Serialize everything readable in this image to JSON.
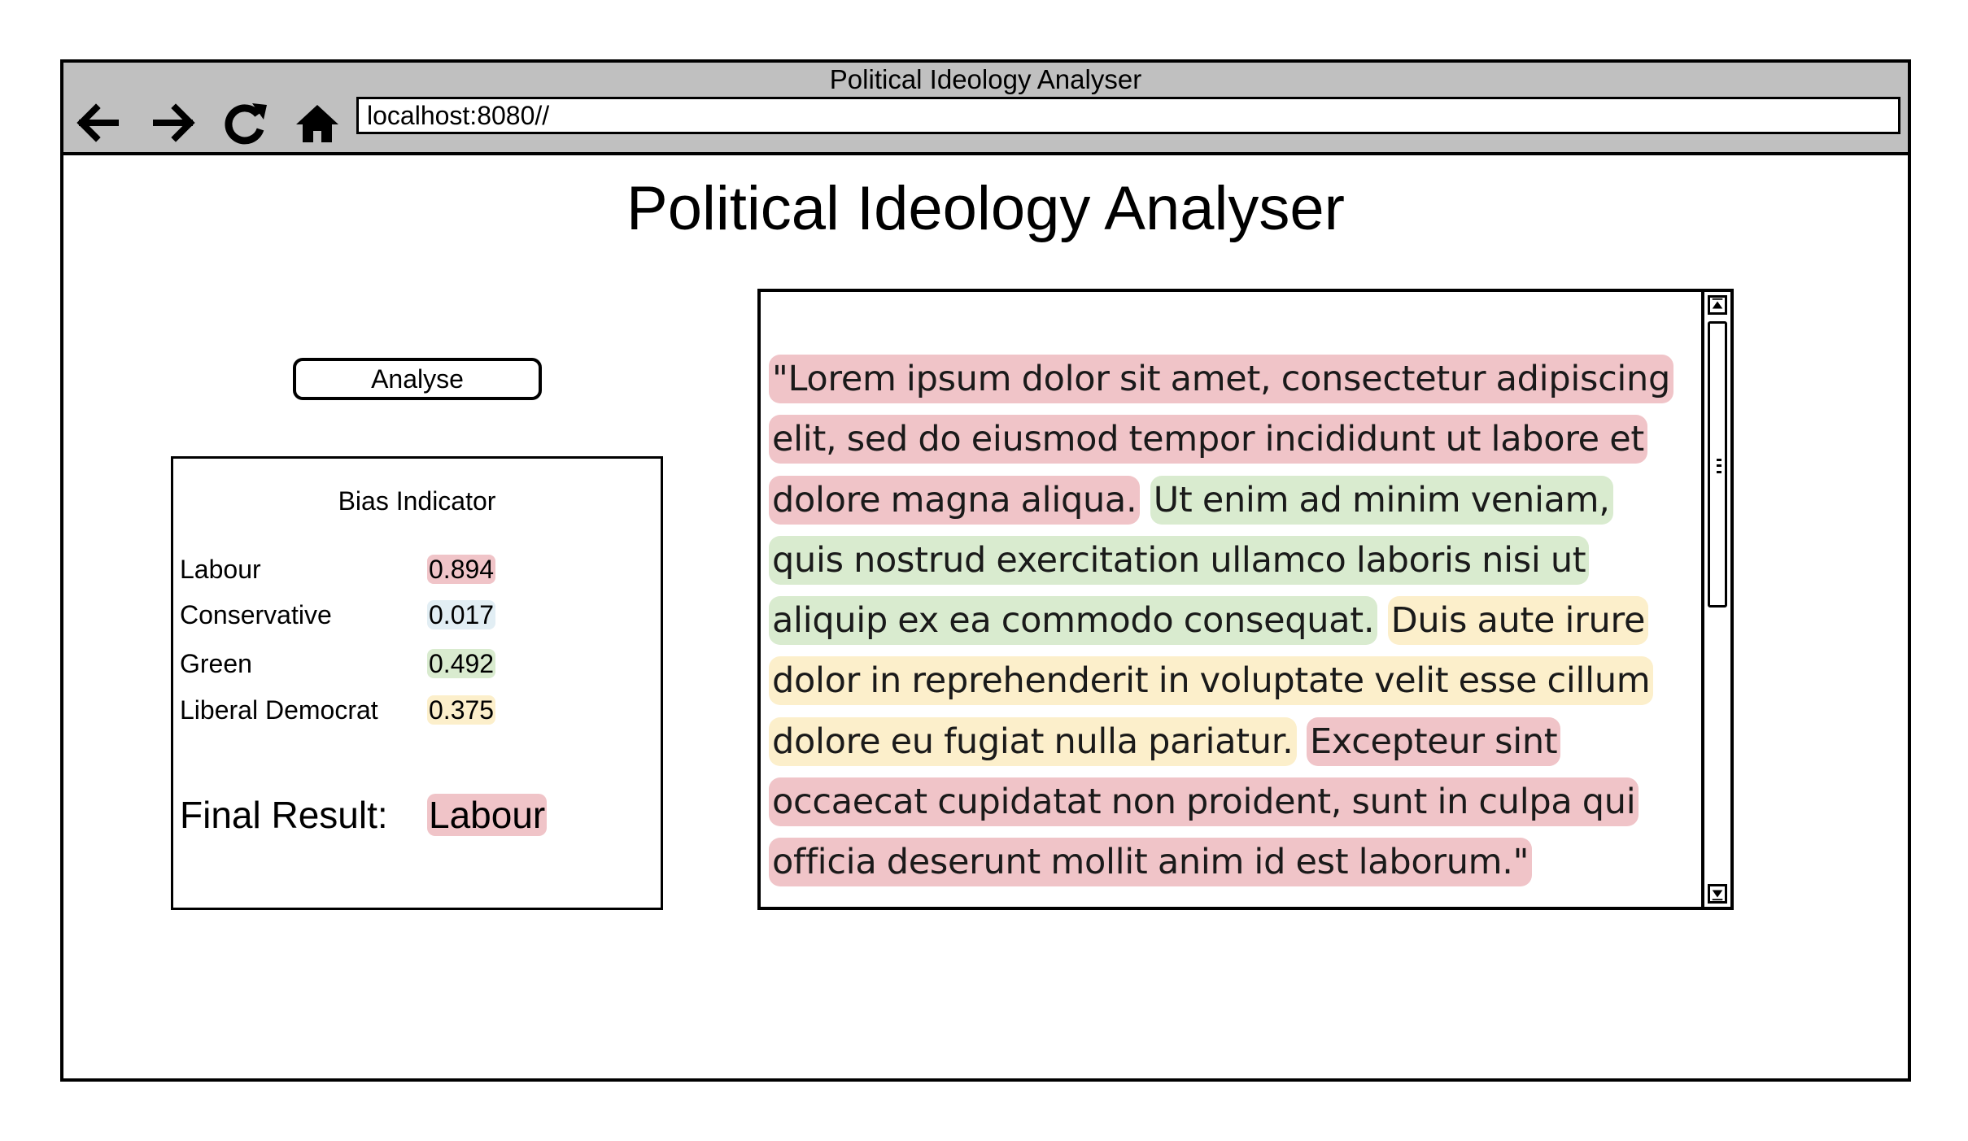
{
  "window": {
    "title": "Political Ideology Analyser",
    "address": "localhost:8080//"
  },
  "nav": {
    "back_icon": "arrow-left-icon",
    "forward_icon": "arrow-right-icon",
    "reload_icon": "reload-icon",
    "home_icon": "home-icon"
  },
  "page": {
    "title": "Political Ideology Analyser",
    "analyse_label": "Analyse"
  },
  "bias": {
    "title": "Bias Indicator",
    "rows": [
      {
        "label": "Labour",
        "value": "0.894",
        "color": "#f0c4c8"
      },
      {
        "label": "Conservative",
        "value": "0.017",
        "color": "#e2eef4"
      },
      {
        "label": "Green",
        "value": "0.492",
        "color": "#d9ebcf"
      },
      {
        "label": "Liberal Democrat",
        "value": "0.375",
        "color": "#fcefcb"
      }
    ],
    "final_label": "Final Result:",
    "final_value": "Labour",
    "final_color": "#f0c4c8"
  },
  "text": {
    "segments": [
      {
        "text": "\"Lorem ipsum dolor sit amet, consectetur adipiscing elit, sed do eiusmod tempor incididunt ut labore et dolore magna aliqua.",
        "party": "Labour",
        "color": "#f0c4c8"
      },
      {
        "text": "Ut enim ad minim veniam, quis nostrud exercitation ullamco laboris nisi ut aliquip ex ea commodo consequat.",
        "party": "Green",
        "color": "#d9ebcf"
      },
      {
        "text": "Duis aute irure dolor in reprehenderit in voluptate velit esse cillum dolore eu fugiat nulla pariatur.",
        "party": "Liberal Democrat",
        "color": "#fcefcb"
      },
      {
        "text": "Excepteur sint occaecat cupidatat non proident, sunt in culpa qui officia deserunt mollit anim id est laborum.\"",
        "party": "Labour",
        "color": "#f0c4c8"
      }
    ]
  },
  "scrollbar": {
    "up_icon": "scroll-up-arrow-icon",
    "down_icon": "scroll-down-arrow-icon"
  }
}
